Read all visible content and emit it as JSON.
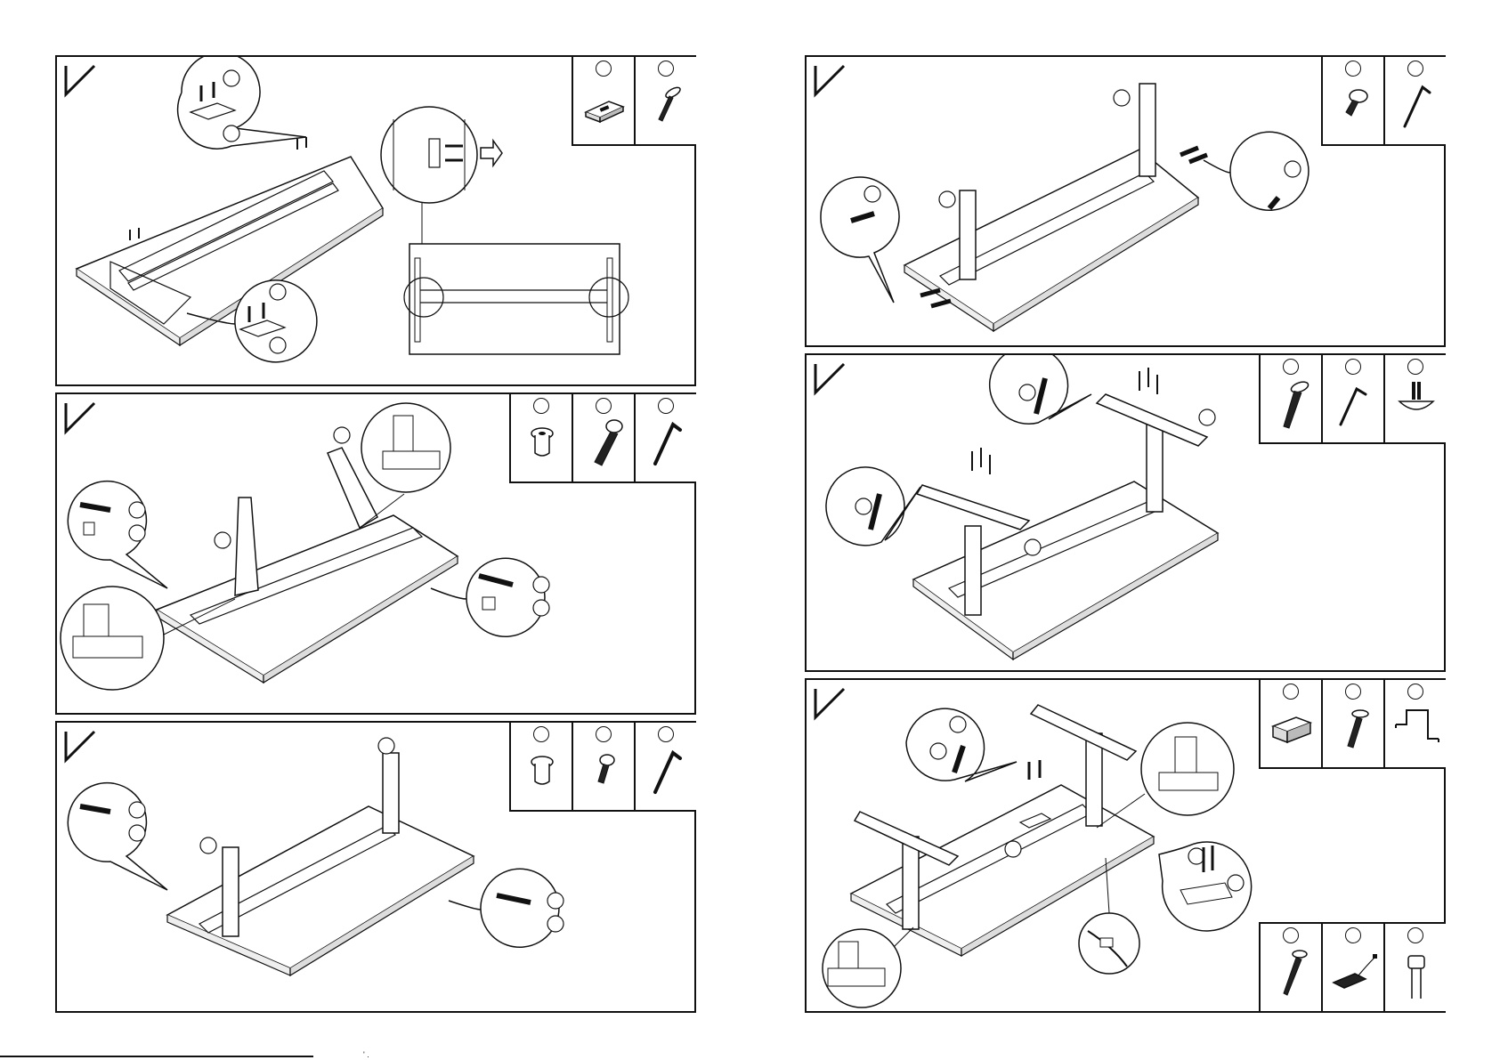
{
  "document": {
    "footer_mark": "' .",
    "step_labels": [
      "",
      "",
      "",
      "",
      "",
      ""
    ]
  },
  "colors": {
    "ink": "#111111",
    "paper": "#ffffff"
  },
  "steps": [
    {
      "id": "step-a",
      "parts": [
        {
          "num": "",
          "icon": "glide-plate-icon"
        },
        {
          "num": "",
          "icon": "wood-screw-icon"
        }
      ]
    },
    {
      "id": "step-b",
      "parts": [
        {
          "num": "",
          "icon": "barrel-nut-icon"
        },
        {
          "num": "",
          "icon": "socket-bolt-icon"
        },
        {
          "num": "",
          "icon": "allen-key-icon"
        }
      ]
    },
    {
      "id": "step-c",
      "parts": [
        {
          "num": "",
          "icon": "barrel-nut-icon"
        },
        {
          "num": "",
          "icon": "short-bolt-icon"
        },
        {
          "num": "",
          "icon": "allen-key-icon"
        }
      ]
    },
    {
      "id": "step-d",
      "parts": [
        {
          "num": "",
          "icon": "button-bolt-icon"
        },
        {
          "num": "",
          "icon": "allen-key-icon"
        }
      ]
    },
    {
      "id": "step-e",
      "parts": [
        {
          "num": "",
          "icon": "countersunk-screw-icon"
        },
        {
          "num": "",
          "icon": "allen-key-icon"
        },
        {
          "num": "",
          "icon": "leveling-foot-icon"
        }
      ]
    },
    {
      "id": "step-f",
      "parts": [
        {
          "num": "",
          "icon": "control-box-icon"
        },
        {
          "num": "",
          "icon": "wood-screw-icon"
        },
        {
          "num": "",
          "icon": "cable-bracket-icon"
        },
        {
          "num": "",
          "icon": "wood-screw-icon"
        },
        {
          "num": "",
          "icon": "hand-switch-icon"
        },
        {
          "num": "",
          "icon": "cable-clip-icon"
        }
      ]
    }
  ]
}
